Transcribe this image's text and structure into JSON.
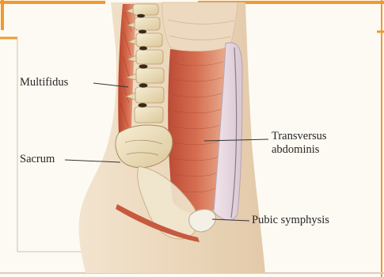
{
  "labels": {
    "multifidus": "Multifidus",
    "sacrum": "Sacrum",
    "transversus_line1": "Transversus",
    "transversus_line2": "abdominis",
    "pubic_symphysis": "Pubic symphysis"
  },
  "colors": {
    "frame_orange": "#ef9a2e",
    "background": "#fdfaf3",
    "muscle_red": "#c8553d",
    "skin": "#eedbc2",
    "bone": "#efe3c5"
  }
}
